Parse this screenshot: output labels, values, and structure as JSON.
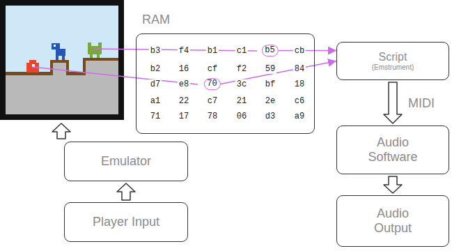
{
  "diagram": {
    "nodes": [
      {
        "text": [
          "RAM"
        ]
      },
      {
        "text": [
          "b5"
        ],
        "in": 0
      },
      {
        "text": [
          "70"
        ],
        "in": 0
      },
      {
        "text": [
          "Script",
          "(Emstrument)"
        ]
      },
      {
        "text": [
          "Emulator"
        ]
      },
      {
        "text": [
          "Player Input"
        ]
      },
      {
        "text": [
          "Audio Software"
        ]
      },
      {
        "text": [
          "Audio Output"
        ]
      }
    ],
    "edges": [
      {
        "from": 1,
        "to": 3,
        "arrow": "to"
      },
      {
        "from": 2,
        "to": 3,
        "arrow": "to"
      },
      {
        "from": 5,
        "to": 4,
        "arrow": "to"
      },
      {
        "from": 3,
        "to": 6,
        "label": "MIDI",
        "arrow": "to"
      },
      {
        "from": 6,
        "to": 7,
        "arrow": "to"
      }
    ],
    "labels": [
      "b3",
      "f4",
      "b1",
      "c1",
      "cb",
      "b2",
      "16",
      "cf",
      "f2",
      "59",
      "84",
      "d7",
      "e8",
      "3c",
      "bf",
      "18",
      "a1",
      "22",
      "c7",
      "21",
      "2e",
      "c6",
      "71",
      "17",
      "78",
      "06",
      "d3",
      "a9"
    ]
  }
}
